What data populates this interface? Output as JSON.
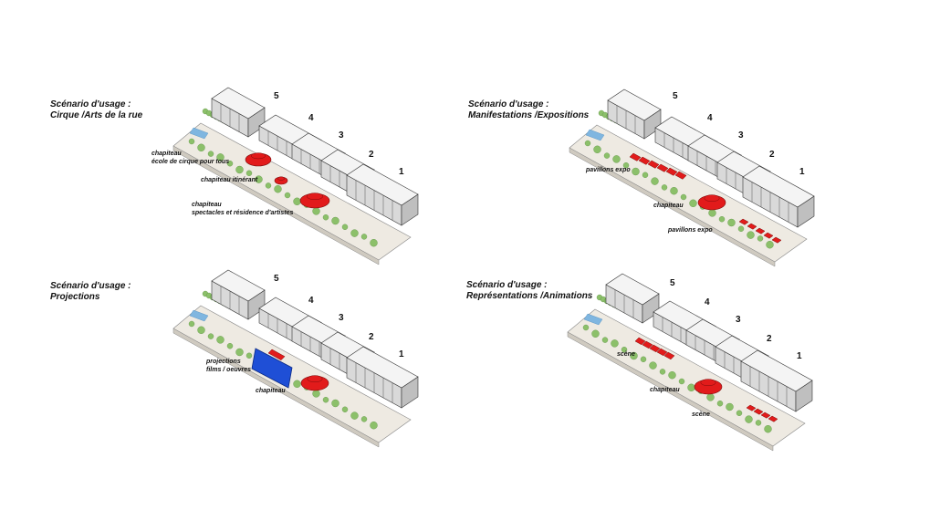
{
  "scenarios": [
    {
      "title_line1": "Scénario d'usage :",
      "title_line2": "Cirque /Arts de la rue",
      "labels": [
        "chapiteau",
        "école de cirque pour tous",
        "chapiteau itinérant",
        "chapiteau",
        "spectacles et résidence d'artistes"
      ]
    },
    {
      "title_line1": "Scénario d'usage :",
      "title_line2": "Manifestations /Expositions",
      "labels": [
        "pavillons expo",
        "chapiteau",
        "pavillons expo"
      ]
    },
    {
      "title_line1": "Scénario d'usage :",
      "title_line2": "Projections",
      "labels": [
        "projections",
        "films / oeuvres",
        "chapiteau"
      ]
    },
    {
      "title_line1": "Scénario d'usage :",
      "title_line2": "Représentations /Animations",
      "labels": [
        "scène",
        "chapiteau",
        "scène"
      ]
    }
  ],
  "block_numbers": [
    "1",
    "2",
    "3",
    "4",
    "5"
  ],
  "colors": {
    "event": "#e21b1b",
    "projection": "#1f4fd6",
    "trees": "#8cc06a",
    "ground": "#eeeae2",
    "building": "#f4f4f4",
    "outline": "#333333"
  }
}
